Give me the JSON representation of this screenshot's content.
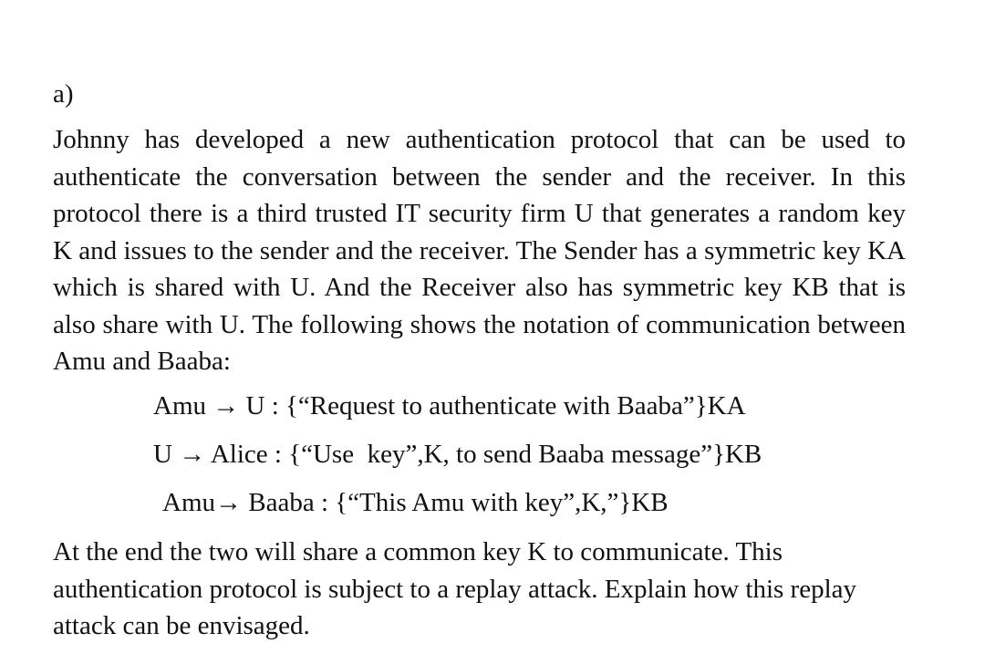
{
  "question": {
    "label": "a)",
    "intro": "Johnny has developed a new authentication protocol that can be used to authenticate the conversation between the sender and the receiver. In this protocol there is a third trusted IT security firm U that generates a random key K and issues to the sender and the receiver. The Sender has a symmetric key KA which is shared with U. And the Receiver also has symmetric key KB that is also share with U. The following shows the notation of communication between Amu and Baaba:",
    "protocol": [
      "Amu → U : {“Request to authenticate with Baaba”}KA",
      "U → Alice : {“Use  key”,K, to send Baaba message”}KB",
      "Amu→ Baaba : {“This Amu with key”,K,”}KB"
    ],
    "closing": "At the end the two will share a common key K to communicate. This authentication protocol is subject to a replay attack. Explain how this replay attack can be envisaged."
  }
}
